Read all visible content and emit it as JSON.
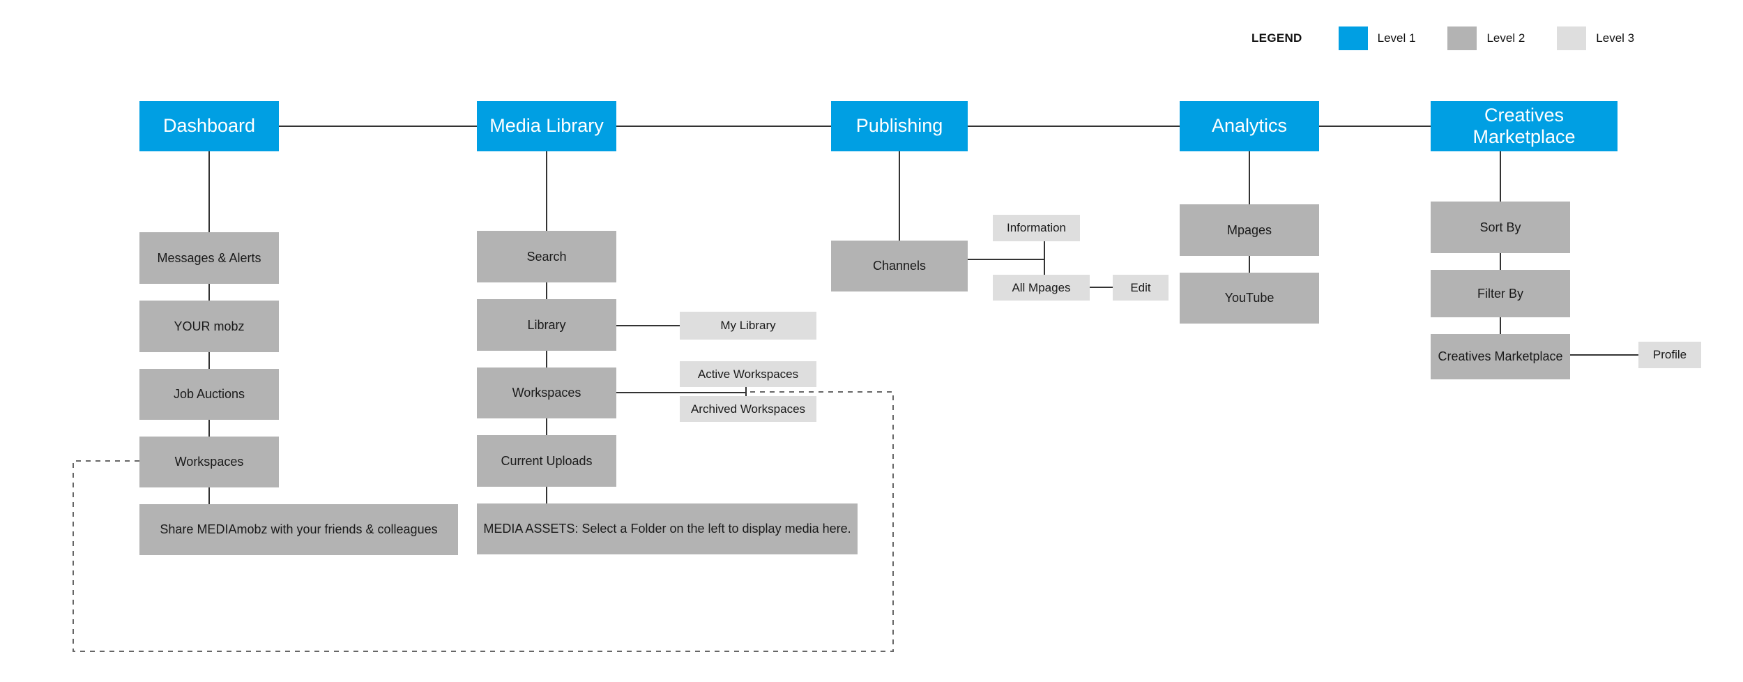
{
  "legend": {
    "title": "LEGEND",
    "items": [
      {
        "label": "Level 1",
        "color": "#009fe3"
      },
      {
        "label": "Level 2",
        "color": "#b3b3b3"
      },
      {
        "label": "Level 3",
        "color": "#dedede"
      }
    ]
  },
  "colors": {
    "level1": "#009fe3",
    "level2": "#b3b3b3",
    "level3": "#dedede",
    "connector": "#333333",
    "background": "#ffffff"
  },
  "columns": [
    {
      "key": "dashboard",
      "root": "Dashboard",
      "children": [
        "Messages & Alerts",
        "YOUR mobz",
        "Job Auctions",
        "Workspaces",
        "Share MEDIAmobz with your friends & colleagues"
      ]
    },
    {
      "key": "media-library",
      "root": "Media Library",
      "children": [
        "Search",
        "Library",
        "Workspaces",
        "Current Uploads",
        "MEDIA ASSETS: Select a Folder on the left to display media here."
      ],
      "level3": [
        "My Library",
        "Active Workspaces",
        "Archived Workspaces"
      ]
    },
    {
      "key": "publishing",
      "root": "Publishing",
      "children": [
        "Channels"
      ],
      "level3": [
        "Information",
        "All Mpages",
        "Edit"
      ]
    },
    {
      "key": "analytics",
      "root": "Analytics",
      "children": [
        "Mpages",
        "YouTube"
      ]
    },
    {
      "key": "creatives-marketplace",
      "root": "Creatives Marketplace",
      "children": [
        "Sort By",
        "Filter By",
        "Creatives Marketplace"
      ],
      "level3": [
        "Profile"
      ]
    }
  ],
  "nodes": {
    "dashboard_root": "Dashboard",
    "dashboard_messages": "Messages & Alerts",
    "dashboard_yourmobz": "YOUR mobz",
    "dashboard_jobauctions": "Job Auctions",
    "dashboard_workspaces": "Workspaces",
    "dashboard_share": "Share MEDIAmobz with your friends & colleagues",
    "media_root": "Media Library",
    "media_search": "Search",
    "media_library": "Library",
    "media_mylibrary": "My Library",
    "media_workspaces": "Workspaces",
    "media_active_workspaces": "Active Workspaces",
    "media_archived_workspaces": "Archived Workspaces",
    "media_current_uploads": "Current Uploads",
    "media_assets": "MEDIA ASSETS: Select a Folder on the left to display media here.",
    "publishing_root": "Publishing",
    "publishing_channels": "Channels",
    "publishing_information": "Information",
    "publishing_all_mpages": "All Mpages",
    "publishing_edit": "Edit",
    "analytics_root": "Analytics",
    "analytics_mpages": "Mpages",
    "analytics_youtube": "YouTube",
    "creatives_root": "Creatives Marketplace",
    "creatives_sort_by": "Sort By",
    "creatives_filter_by": "Filter By",
    "creatives_marketplace": "Creatives Marketplace",
    "creatives_profile": "Profile"
  }
}
